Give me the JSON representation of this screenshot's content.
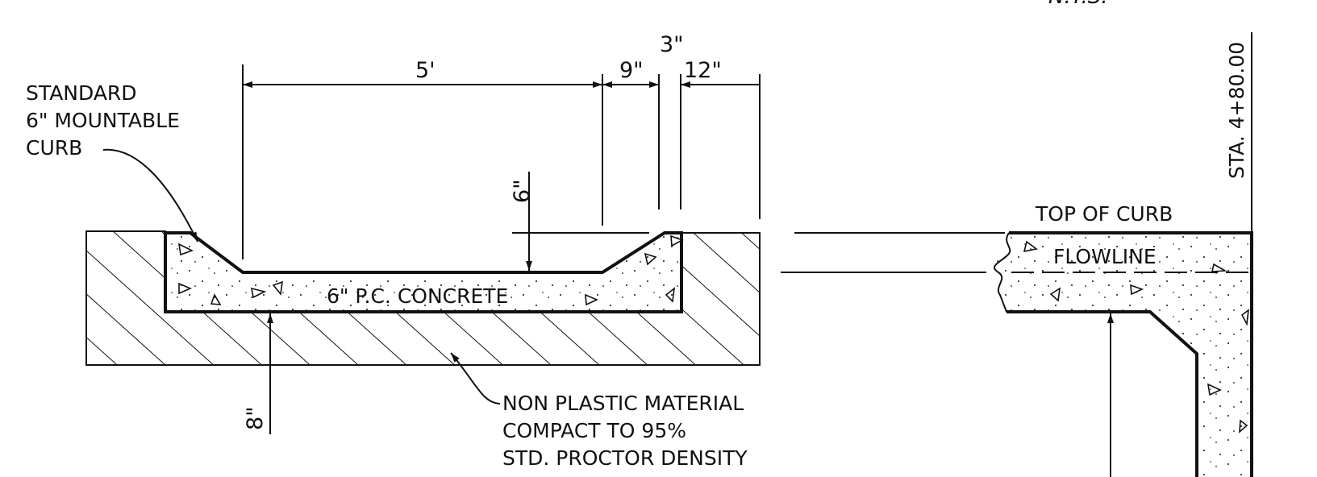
{
  "labels": {
    "curb_callout": [
      "STANDARD",
      "6\" MOUNTABLE",
      "CURB"
    ],
    "concrete": "6\" P.C. CONCRETE",
    "base_note": [
      "NON PLASTIC MATERIAL",
      "COMPACT TO 95%",
      "STD. PROCTOR DENSITY"
    ],
    "top_of_curb": "TOP OF CURB",
    "flowline": "FLOWLINE",
    "station": "STA. 4+80.00",
    "top_cut_text": "N.T.S."
  },
  "dimensions": {
    "width_5ft": "5'",
    "width_9in": "9\"",
    "width_3in": "3\"",
    "width_12in": "12\"",
    "depth_6in": "6\"",
    "thickness_8in": "8\""
  },
  "colors": {
    "ink": "#111111",
    "background": "#ffffff"
  }
}
